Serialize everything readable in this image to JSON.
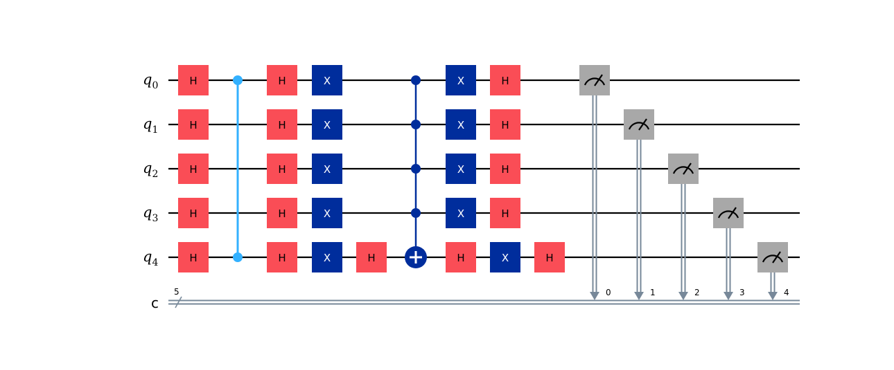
{
  "qubits": [
    {
      "label": "q",
      "sub": "0"
    },
    {
      "label": "q",
      "sub": "1"
    },
    {
      "label": "q",
      "sub": "2"
    },
    {
      "label": "q",
      "sub": "3"
    },
    {
      "label": "q",
      "sub": "4"
    }
  ],
  "classical": {
    "label": "c",
    "size_label": "5",
    "bit_labels": [
      "0",
      "1",
      "2",
      "3",
      "4"
    ]
  },
  "colors": {
    "h_gate": "#fa4d56",
    "x_gate": "#002d9c",
    "cz": "#33b1ff",
    "mcx": "#002d9c",
    "measure": "#a8a8a8",
    "classical_wire": "#778899",
    "wire": "#000000"
  },
  "gates": [
    {
      "type": "H",
      "label": "H",
      "qubit": 0,
      "col": 0
    },
    {
      "type": "H",
      "label": "H",
      "qubit": 1,
      "col": 0
    },
    {
      "type": "H",
      "label": "H",
      "qubit": 2,
      "col": 0
    },
    {
      "type": "H",
      "label": "H",
      "qubit": 3,
      "col": 0
    },
    {
      "type": "H",
      "label": "H",
      "qubit": 4,
      "col": 0
    },
    {
      "type": "CZ",
      "qubits": [
        0,
        4
      ],
      "col": 1
    },
    {
      "type": "H",
      "label": "H",
      "qubit": 0,
      "col": 2
    },
    {
      "type": "H",
      "label": "H",
      "qubit": 1,
      "col": 2
    },
    {
      "type": "H",
      "label": "H",
      "qubit": 2,
      "col": 2
    },
    {
      "type": "H",
      "label": "H",
      "qubit": 3,
      "col": 2
    },
    {
      "type": "H",
      "label": "H",
      "qubit": 4,
      "col": 2
    },
    {
      "type": "X",
      "label": "X",
      "qubit": 0,
      "col": 3
    },
    {
      "type": "X",
      "label": "X",
      "qubit": 1,
      "col": 3
    },
    {
      "type": "X",
      "label": "X",
      "qubit": 2,
      "col": 3
    },
    {
      "type": "X",
      "label": "X",
      "qubit": 3,
      "col": 3
    },
    {
      "type": "X",
      "label": "X",
      "qubit": 4,
      "col": 3
    },
    {
      "type": "H",
      "label": "H",
      "qubit": 4,
      "col": 4
    },
    {
      "type": "MCX",
      "controls": [
        0,
        1,
        2,
        3
      ],
      "target": 4,
      "col": 5
    },
    {
      "type": "X",
      "label": "X",
      "qubit": 0,
      "col": 6
    },
    {
      "type": "X",
      "label": "X",
      "qubit": 1,
      "col": 6
    },
    {
      "type": "X",
      "label": "X",
      "qubit": 2,
      "col": 6
    },
    {
      "type": "X",
      "label": "X",
      "qubit": 3,
      "col": 6
    },
    {
      "type": "H",
      "label": "H",
      "qubit": 4,
      "col": 6
    },
    {
      "type": "H",
      "label": "H",
      "qubit": 0,
      "col": 7
    },
    {
      "type": "H",
      "label": "H",
      "qubit": 1,
      "col": 7
    },
    {
      "type": "H",
      "label": "H",
      "qubit": 2,
      "col": 7
    },
    {
      "type": "H",
      "label": "H",
      "qubit": 3,
      "col": 7
    },
    {
      "type": "X",
      "label": "X",
      "qubit": 4,
      "col": 7
    },
    {
      "type": "H",
      "label": "H",
      "qubit": 4,
      "col": 8
    },
    {
      "type": "M",
      "qubit": 0,
      "cbit": 0,
      "col": 9
    },
    {
      "type": "M",
      "qubit": 1,
      "cbit": 1,
      "col": 10
    },
    {
      "type": "M",
      "qubit": 2,
      "cbit": 2,
      "col": 11
    },
    {
      "type": "M",
      "qubit": 3,
      "cbit": 3,
      "col": 12
    },
    {
      "type": "M",
      "qubit": 4,
      "cbit": 4,
      "col": 13
    }
  ]
}
